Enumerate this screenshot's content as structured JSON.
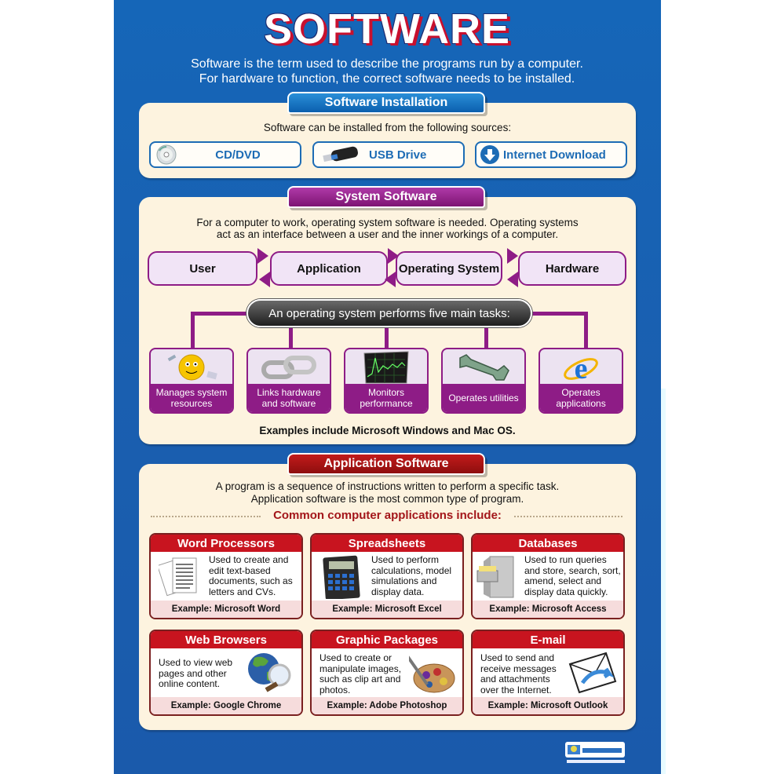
{
  "title": "SOFTWARE",
  "intro": [
    "Software is the term used to describe the programs run by a computer.",
    "For hardware to function, the correct software needs to be installed."
  ],
  "installation": {
    "tab": "Software Installation",
    "text": "Software can be installed from the following sources:",
    "sources": [
      {
        "label": "CD/DVD",
        "icon": "disc-icon"
      },
      {
        "label": "USB Drive",
        "icon": "usb-drive-icon"
      },
      {
        "label": "Internet Download",
        "icon": "download-icon"
      }
    ]
  },
  "system": {
    "tab": "System Software",
    "text": [
      "For a computer to work, operating system software is needed. Operating systems",
      "act as an interface between a user and the inner workings of a computer."
    ],
    "flow": [
      "User",
      "Application",
      "Operating System",
      "Hardware"
    ],
    "tasks_banner": "An operating system performs five main tasks:",
    "tasks": [
      {
        "label": "Manages system resources",
        "icon": "busy-character-icon"
      },
      {
        "label": "Links hardware and software",
        "icon": "chain-link-icon"
      },
      {
        "label": "Monitors performance",
        "icon": "performance-monitor-icon"
      },
      {
        "label": "Operates utilities",
        "icon": "wrench-icon"
      },
      {
        "label": "Operates applications",
        "icon": "internet-explorer-icon"
      }
    ],
    "examples": "Examples include Microsoft Windows and Mac OS."
  },
  "application": {
    "tab": "Application Software",
    "text": [
      "A program is a sequence of instructions written to perform a specific task.",
      "Application software is the most common type of program."
    ],
    "subheading": "Common computer applications include:",
    "cards": [
      {
        "title": "Word Processors",
        "desc": "Used to create and edit text-based documents, such as letters and CVs.",
        "example": "Example: Microsoft Word",
        "icon": "documents-icon"
      },
      {
        "title": "Spreadsheets",
        "desc": "Used to perform calculations, model simulations and display data.",
        "example": "Example: Microsoft Excel",
        "icon": "calculator-icon"
      },
      {
        "title": "Databases",
        "desc": "Used to run queries and store, search, sort, amend, select and display data quickly.",
        "example": "Example: Microsoft Access",
        "icon": "filing-cabinet-icon"
      },
      {
        "title": "Web Browsers",
        "desc": "Used to view web pages and other online content.",
        "example": "Example: Google Chrome",
        "icon": "globe-magnifier-icon"
      },
      {
        "title": "Graphic Packages",
        "desc": "Used to create or manipulate images, such as clip art and photos.",
        "example": "Example: Adobe Photoshop",
        "icon": "paint-palette-icon"
      },
      {
        "title": "E-mail",
        "desc": "Used to send and receive messages and attachments over the Internet.",
        "example": "Example: Microsoft Outlook",
        "icon": "envelope-icon"
      }
    ]
  },
  "colors": {
    "background": "#1566b8",
    "panel": "#fdf3df",
    "blue_accent": "#1d6cb5",
    "purple_accent": "#8e1c86",
    "red_accent": "#c8141f"
  }
}
